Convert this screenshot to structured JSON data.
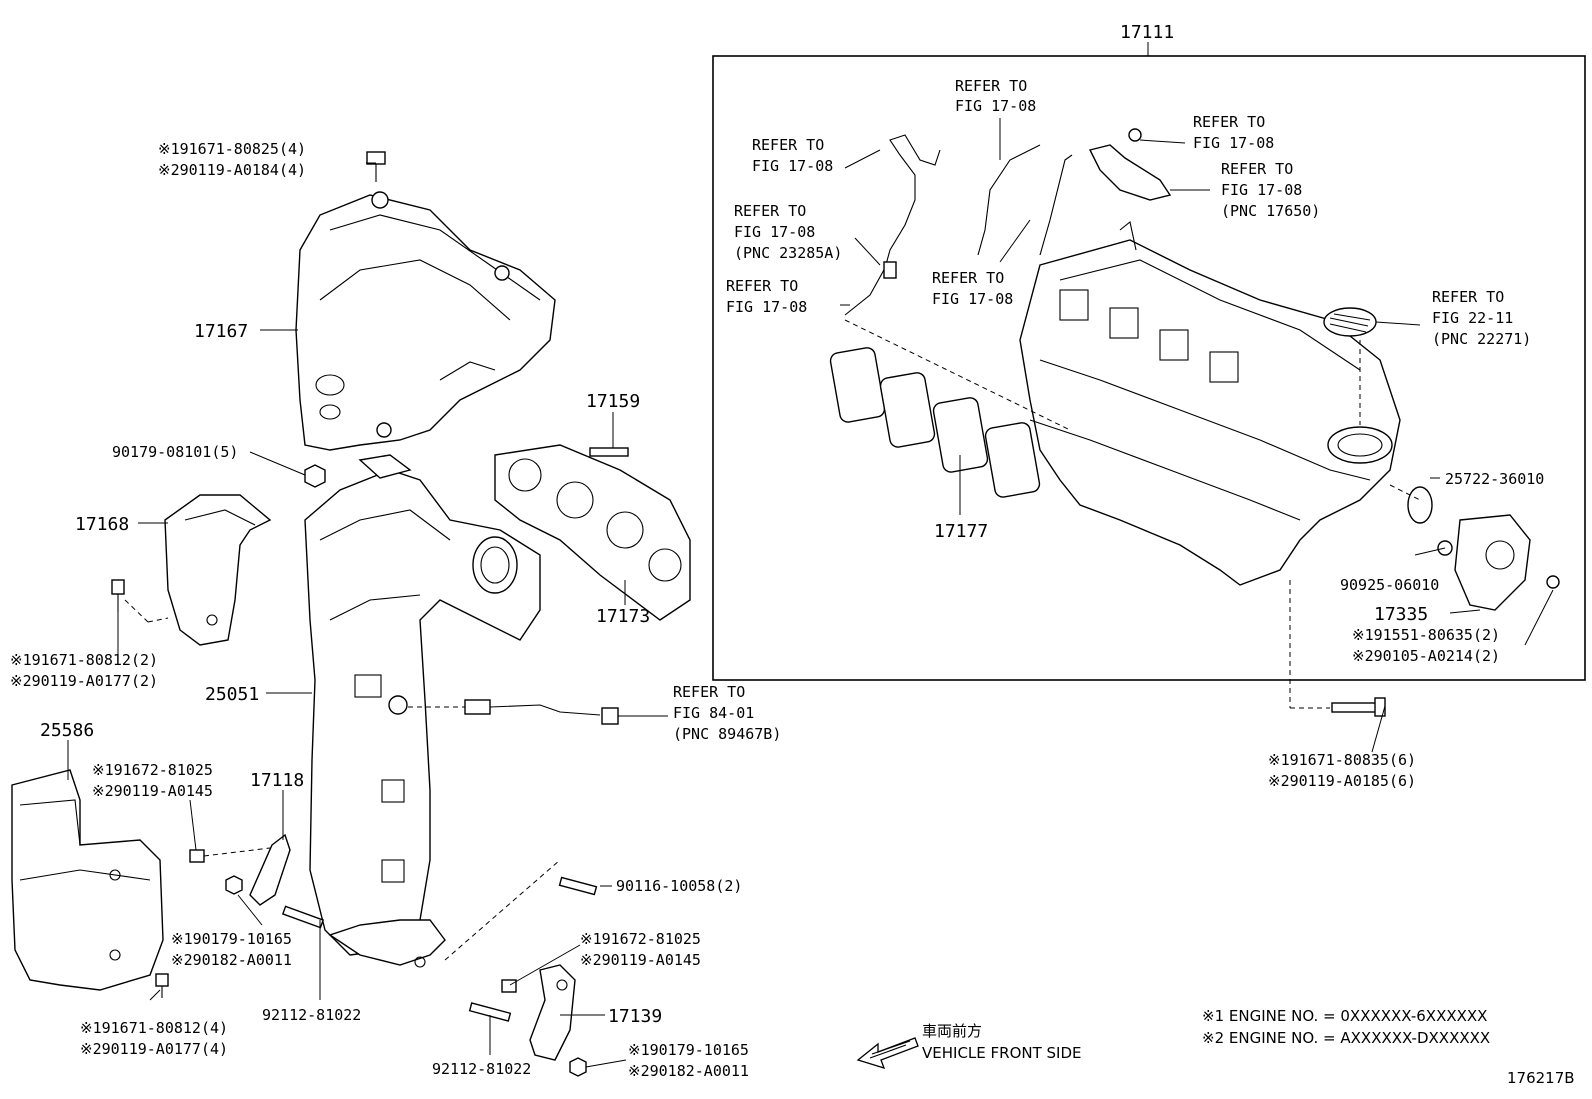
{
  "diagram": {
    "figure_code": "176217B",
    "group_pnc": "17111",
    "engine_notes": [
      "※1 ENGINE NO. = 0XXXXXX-6XXXXXX",
      "※2 ENGINE NO. = AXXXXXX-DXXXXXX"
    ],
    "direction": {
      "japanese": "車両前方",
      "english": "VEHICLE FRONT SIDE"
    },
    "labels": {
      "r1": [
        "REFER TO",
        "FIG 17-08"
      ],
      "r2": [
        "REFER TO",
        "FIG 17-08"
      ],
      "r3": [
        "REFER TO",
        "FIG 17-08"
      ],
      "r4": [
        "REFER TO",
        "FIG 17-08",
        "(PNC 17650)"
      ],
      "r5": [
        "REFER TO",
        "FIG 17-08",
        "(PNC 23285A)"
      ],
      "r6": [
        "REFER TO",
        "FIG 17-08"
      ],
      "r7": [
        "REFER TO",
        "FIG 17-08"
      ],
      "r8": [
        "REFER TO",
        "FIG 22-11",
        "(PNC 22271)"
      ],
      "r9": [
        "REFER TO",
        "FIG 84-01",
        "(PNC 89467B)"
      ],
      "bolt_heat_top": [
        "※191671-80825(4)",
        "※290119-A0184(4)"
      ],
      "bolt_17168": [
        "※191671-80812(2)",
        "※290119-A0177(2)"
      ],
      "bolt_25586": [
        "※191672-81025",
        "※290119-A0145"
      ],
      "nut_17118": [
        "※190179-10165",
        "※290182-A0011"
      ],
      "bolt_shield_bottom": [
        "※191671-80812(4)",
        "※290119-A0177(4)"
      ],
      "bolt_17139": [
        "※191672-81025",
        "※290119-A0145"
      ],
      "nut_17139": [
        "※190179-10165",
        "※290182-A0011"
      ],
      "bolt_17335": [
        "※191551-80635(2)",
        "※290105-A0214(2)"
      ],
      "bolt_manifold": [
        "※191671-80835(6)",
        "※290119-A0185(6)"
      ]
    },
    "parts": {
      "p17167": "17167",
      "p90179": "90179-08101(5)",
      "p17168": "17168",
      "p17159": "17159",
      "p17173": "17173",
      "p25051": "25051",
      "p25586": "25586",
      "p17118": "17118",
      "p90116": "90116-10058(2)",
      "p92112a": "92112-81022",
      "p92112b": "92112-81022",
      "p17139": "17139",
      "p17177": "17177",
      "p25722": "25722-36010",
      "p90925": "90925-06010",
      "p17335": "17335"
    }
  }
}
